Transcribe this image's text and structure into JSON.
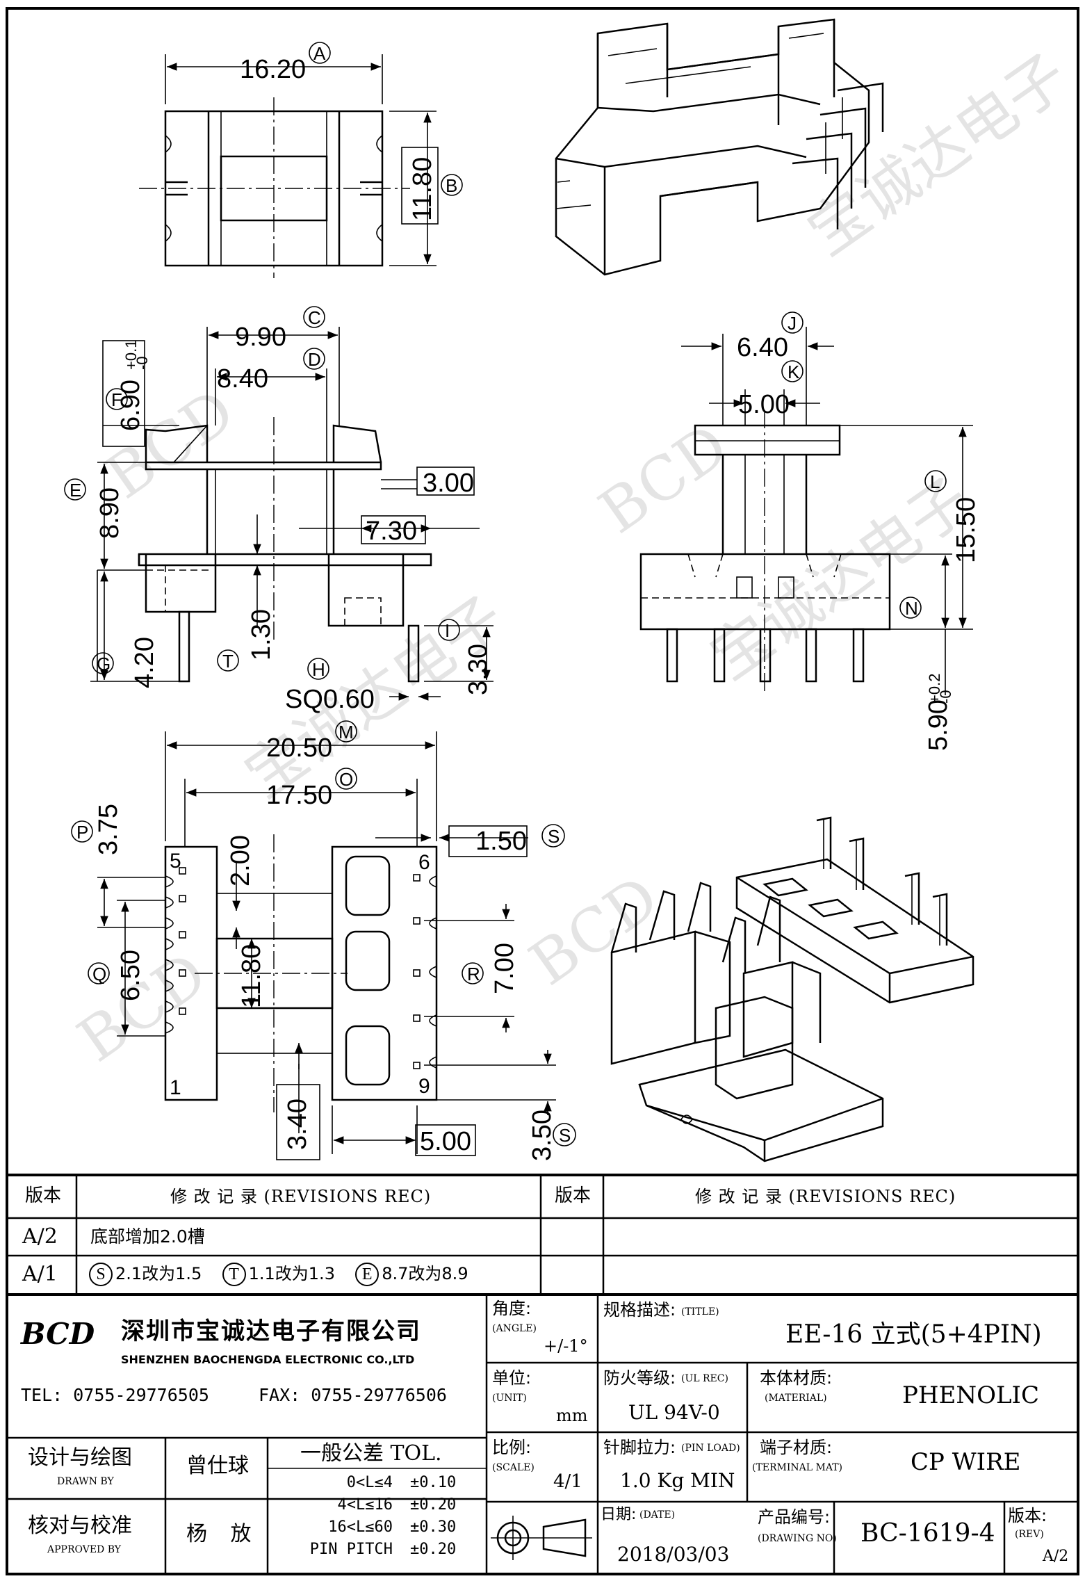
{
  "drawing": {
    "top_view": {
      "width": "16.20",
      "width_ref": "A",
      "height": "11.80",
      "height_ref": "B"
    },
    "front_view": {
      "d_c": "9.90",
      "d_c_ref": "C",
      "d_d": "8.40",
      "d_d_ref": "D",
      "d_f": "6.90",
      "d_f_tol_up": "+0.1",
      "d_f_tol_dn": "-0",
      "d_f_ref": "F",
      "d_e": "8.90",
      "d_e_ref": "E",
      "d_3": "3.00",
      "d_7": "7.30",
      "d_g": "4.20",
      "d_g_ref": "G",
      "d_t": "1.30",
      "d_t_ref": "T",
      "d_h": "SQ0.60",
      "d_h_ref": "H",
      "d_i": "3.30",
      "d_i_ref": "I"
    },
    "side_view": {
      "d_j": "6.40",
      "d_j_ref": "J",
      "d_k": "5.00",
      "d_k_ref": "K",
      "d_l": "15.50",
      "d_l_ref": "L",
      "d_n": "5.90",
      "d_n_tol_up": "+0.2",
      "d_n_tol_dn": "-0",
      "d_n_ref": "N"
    },
    "bottom_view": {
      "d_m": "20.50",
      "d_m_ref": "M",
      "d_o": "17.50",
      "d_o_ref": "O",
      "d_p": "3.75",
      "d_p_ref": "P",
      "d_2": "2.00",
      "d_s1": "1.50",
      "d_s1_ref": "S",
      "d_q": "6.50",
      "d_q_ref": "Q",
      "d_118": "11.80",
      "d_r": "7.00",
      "d_r_ref": "R",
      "d_34": "3.40",
      "d_5": "5.00",
      "d_s2": "3.50",
      "d_s2_ref": "S",
      "pin_labels": [
        "5",
        "6",
        "1",
        "9"
      ]
    },
    "watermark": [
      "BCD",
      "宝诚达电子"
    ]
  },
  "revisions": {
    "col_version": "版本",
    "col_record": "修 改 记 录 (REVISIONS REC)",
    "rows": [
      {
        "version": "A/2",
        "text": "底部增加2.0槽"
      },
      {
        "version": "A/1",
        "changes": [
          {
            "ref": "S",
            "text": "2.1改为1.5"
          },
          {
            "ref": "T",
            "text": "1.1改为1.3"
          },
          {
            "ref": "E",
            "text": "8.7改为8.9"
          }
        ]
      }
    ]
  },
  "company": {
    "logo": "BCD",
    "name_cn": "深圳市宝诚达电子有限公司",
    "name_en": "SHENZHEN BAOCHENGDA ELECTRONIC CO.,LTD",
    "tel": "TEL: 0755-29776505",
    "fax": "FAX: 0755-29776506"
  },
  "title_block": {
    "angle_label": "角度:",
    "angle_label_en": "(ANGLE)",
    "angle_value": "+/-1°",
    "unit_label": "单位:",
    "unit_label_en": "(UNIT)",
    "unit_value": "mm",
    "scale_label": "比例:",
    "scale_label_en": "(SCALE)",
    "scale_value": "4/1",
    "title_label": "规格描述:",
    "title_label_en": "(TITLE)",
    "title_value": "EE-16 立式(5+4PIN)",
    "ul_label": "防火等级:",
    "ul_label_en": "(UL REC)",
    "ul_value": "UL 94V-0",
    "material_label": "本体材质:",
    "material_label_en": "(MATERIAL)",
    "material_value": "PHENOLIC",
    "pin_load_label": "针脚拉力:",
    "pin_load_label_en": "(PIN LOAD)",
    "pin_load_value": "1.0 Kg MIN",
    "terminal_label": "端子材质:",
    "terminal_label_en": "(TERMINAL MAT)",
    "terminal_value": "CP WIRE",
    "date_label": "日期:",
    "date_label_en": "(DATE)",
    "date_value": "2018/03/03",
    "drawing_no_label": "产品编号:",
    "drawing_no_label_en": "(DRAWING NO)",
    "drawing_no_value": "BC-1619-4",
    "rev_label": "版本:",
    "rev_label_en": "(REV)",
    "rev_value": "A/2",
    "designer_label": "设计与绘图",
    "designer_label_en": "DRAWN BY",
    "designer_value": "曾仕球",
    "approver_label": "核对与校准",
    "approver_label_en": "APPROVED BY",
    "approver_value": "杨 放",
    "tol_title": "一般公差 TOL.",
    "tolerances": [
      {
        "range": "0<L≤4",
        "value": "±0.10"
      },
      {
        "range": "4<L≤16",
        "value": "±0.20"
      },
      {
        "range": "16<L≤60",
        "value": "±0.30"
      },
      {
        "range": "PIN PITCH",
        "value": "±0.20"
      }
    ]
  }
}
